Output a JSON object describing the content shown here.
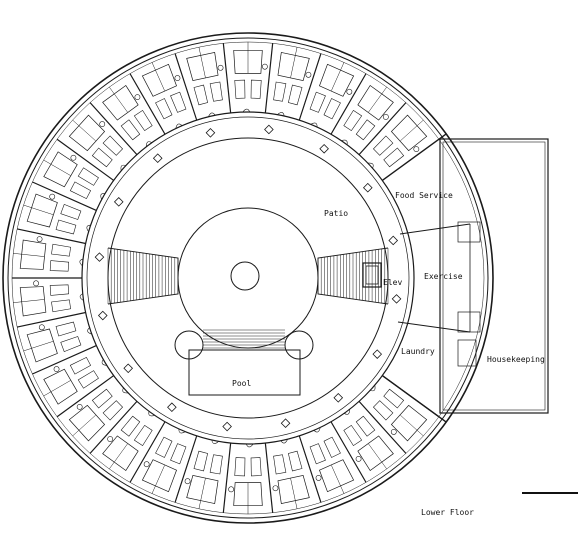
{
  "floor_plan": {
    "title": "Lower Floor",
    "labels": {
      "patio": "Patio",
      "food_service": "Food Service",
      "elev": "Elev",
      "exercise": "Exercise",
      "laundry": "Laundry",
      "housekeeping": "Housekeeping",
      "pool": "Pool"
    },
    "guest_room_count": 24
  }
}
